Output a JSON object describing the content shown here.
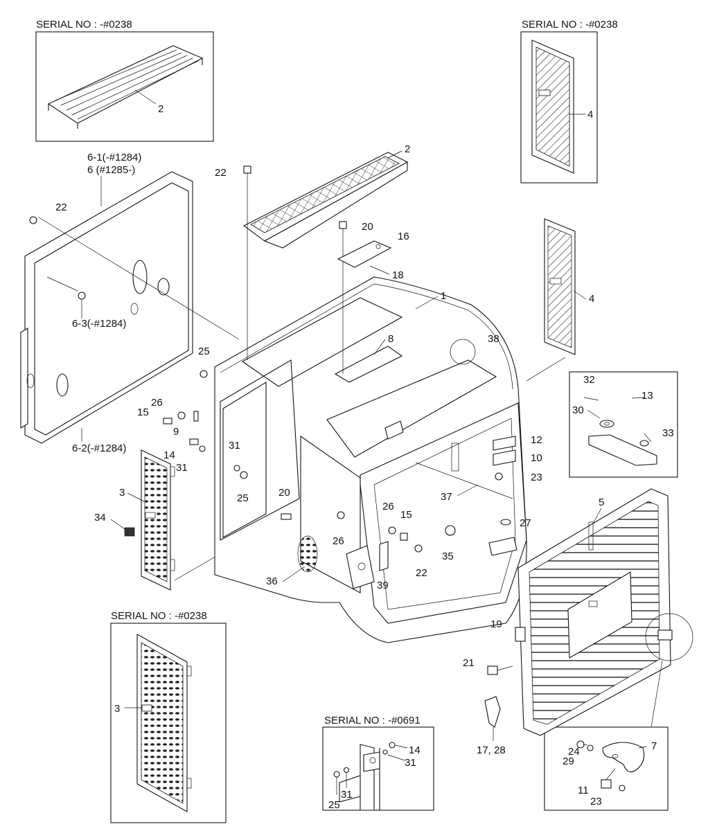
{
  "serial_notes": {
    "s1": "SERIAL NO : -#0238",
    "s2": "SERIAL NO : -#0238",
    "s3": "SERIAL NO : -#0238",
    "s4": "SERIAL NO : -#0691"
  },
  "labels": {
    "l1": "1",
    "l2a": "2",
    "l2b": "2",
    "l3a": "3",
    "l3b": "3",
    "l4a": "4",
    "l4b": "4",
    "l5": "5",
    "l6_1": "6-1(-#1284)",
    "l6": "6 (#1285-)",
    "l6_3": "6-3(-#1284)",
    "l6_2": "6-2(-#1284)",
    "l7": "7",
    "l8": "8",
    "l9": "9",
    "l10": "10",
    "l11": "11",
    "l12": "12",
    "l13": "13",
    "l14a": "14",
    "l14b": "14",
    "l15a": "15",
    "l15b": "15",
    "l16": "16",
    "l17_28": "17, 28",
    "l18": "18",
    "l19": "19",
    "l20a": "20",
    "l20b": "20",
    "l21": "21",
    "l22a": "22",
    "l22b": "22",
    "l22c": "22",
    "l23a": "23",
    "l23b": "23",
    "l24": "24",
    "l25a": "25",
    "l25b": "25",
    "l25c": "25",
    "l26a": "26",
    "l26b": "26",
    "l26c": "26",
    "l27": "27",
    "l29": "29",
    "l30": "30",
    "l31a": "31",
    "l31b": "31",
    "l31c": "31",
    "l31d": "31",
    "l32": "32",
    "l33": "33",
    "l34": "34",
    "l35": "35",
    "l36": "36",
    "l37": "37",
    "l38": "38",
    "l39": "39"
  }
}
